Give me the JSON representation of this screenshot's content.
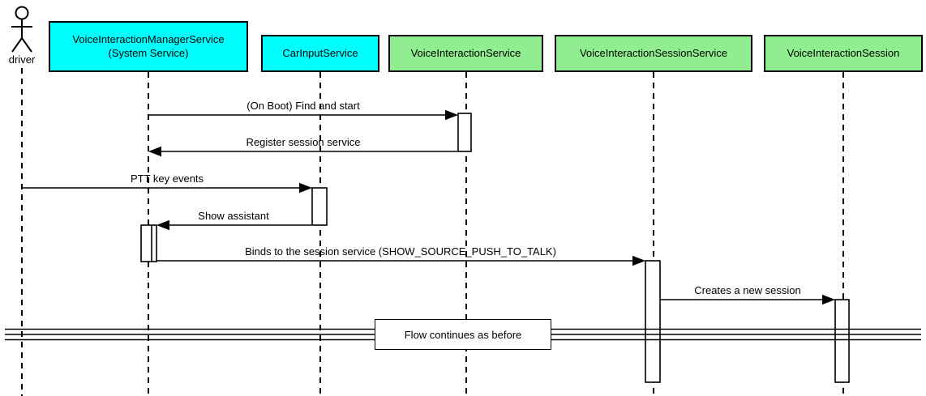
{
  "diagram": {
    "type": "uml-sequence-diagram",
    "actor": {
      "name": "driver"
    },
    "participants": [
      {
        "id": "voice-interaction-manager-service",
        "label": "VoiceInteractionManagerService\n(System Service)",
        "color": "#00ffff"
      },
      {
        "id": "car-input-service",
        "label": "CarInputService",
        "color": "#00ffff"
      },
      {
        "id": "voice-interaction-service",
        "label": "VoiceInteractionService",
        "color": "#90ee90"
      },
      {
        "id": "voice-interaction-session-service",
        "label": "VoiceInteractionSessionService",
        "color": "#90ee90"
      },
      {
        "id": "voice-interaction-session",
        "label": "VoiceInteractionSession",
        "color": "#90ee90"
      }
    ],
    "messages": [
      {
        "from": "VoiceInteractionManagerService",
        "to": "VoiceInteractionService",
        "label": "(On Boot) Find and start"
      },
      {
        "from": "VoiceInteractionService",
        "to": "VoiceInteractionManagerService",
        "label": "Register session service"
      },
      {
        "from": "driver",
        "to": "CarInputService",
        "label": "PTT key events"
      },
      {
        "from": "CarInputService",
        "to": "VoiceInteractionManagerService",
        "label": "Show assistant"
      },
      {
        "from": "VoiceInteractionManagerService",
        "to": "VoiceInteractionSessionService",
        "label": "Binds to the session service (SHOW_SOURCE_PUSH_TO_TALK)"
      },
      {
        "from": "VoiceInteractionSessionService",
        "to": "VoiceInteractionSession",
        "label": "Creates a new session"
      }
    ],
    "divider": {
      "label": "Flow continues as before"
    }
  },
  "colors": {
    "participant-cyan": "#00ffff",
    "participant-green": "#90ee90",
    "line": "#000000",
    "background": "#ffffff"
  }
}
